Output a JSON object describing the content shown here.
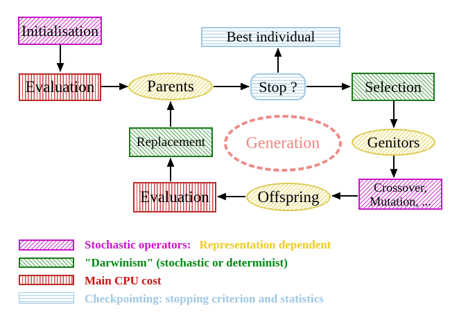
{
  "nodes": {
    "initialisation": "Initialisation",
    "evaluation_top": "Evaluation",
    "best_individual": "Best individual",
    "parents": "Parents",
    "stop": "Stop ?",
    "selection": "Selection",
    "genitors": "Genitors",
    "crossover_line1": "Crossover,",
    "crossover_line2": "Mutation, ...",
    "offspring": "Offspring",
    "evaluation_bottom": "Evaluation",
    "replacement": "Replacement",
    "generation": "Generation"
  },
  "legend": {
    "rows": [
      {
        "text": "Stochastic operators:",
        "text2": "Representation dependent"
      },
      {
        "text": "\"Darwinism\" (stochastic or determinist)",
        "text2": ""
      },
      {
        "text": "Main CPU cost",
        "text2": ""
      },
      {
        "text": "Checkpointing: stopping criterion and statistics",
        "text2": ""
      }
    ]
  },
  "colors": {
    "magenta": "#cc11cc",
    "gold": "#eecc22",
    "green": "#008811",
    "red": "#cc1111",
    "light_blue": "#9fc9e4",
    "salmon": "#ee8a85",
    "yellow_border": "#ddca52",
    "arrow": "#000000"
  }
}
